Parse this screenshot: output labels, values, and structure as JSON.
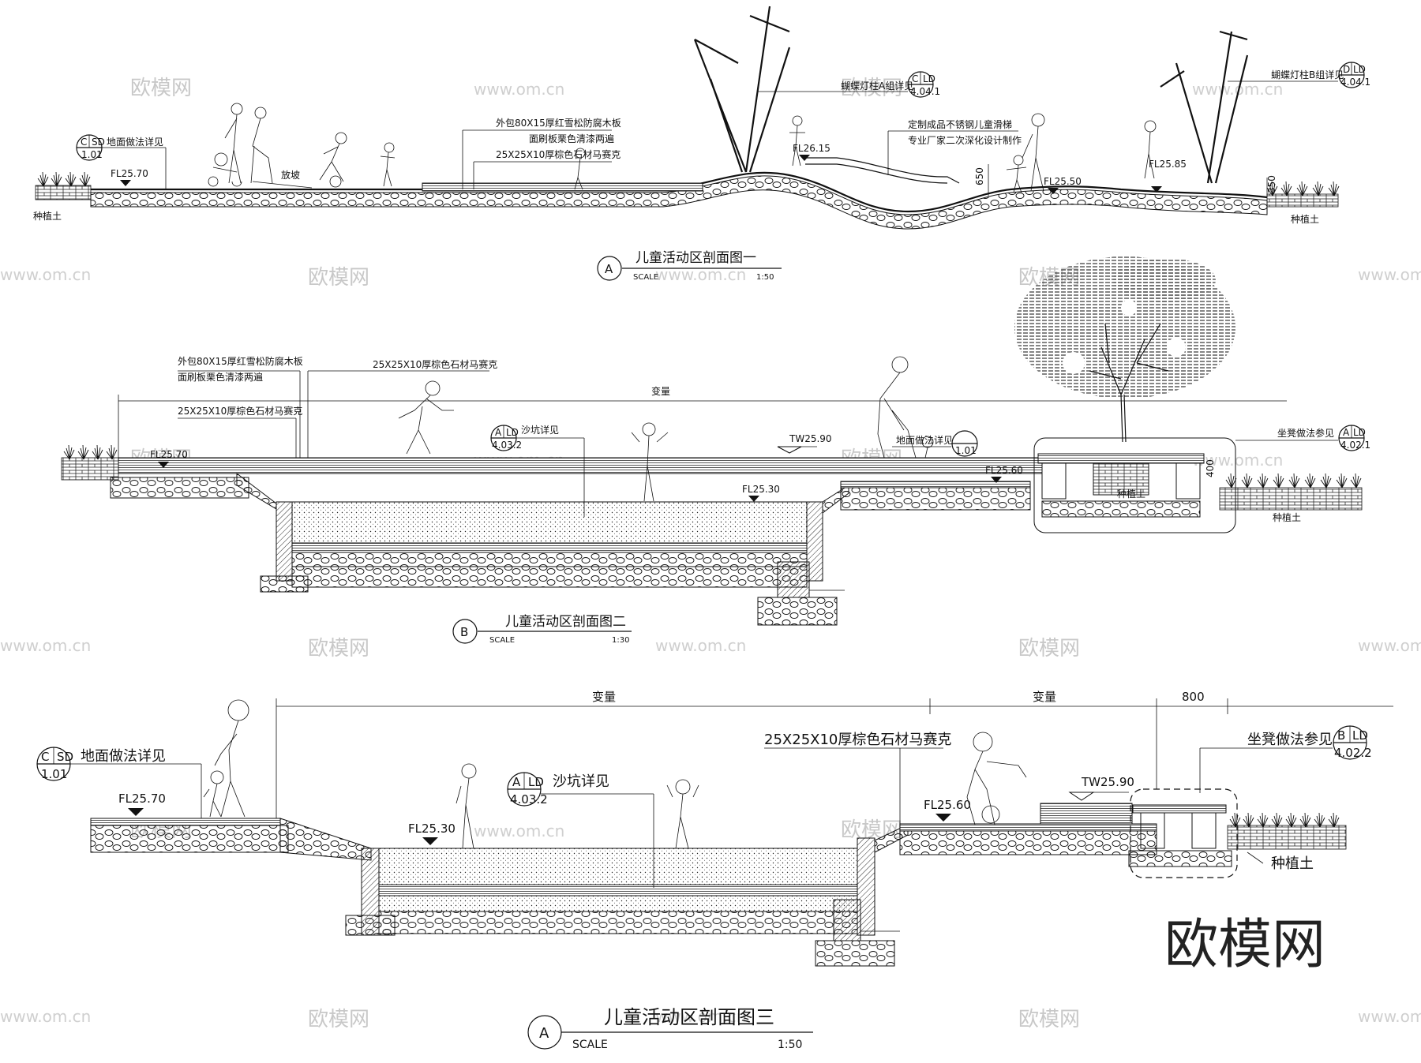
{
  "brand": {
    "logo_text": "欧模网",
    "watermark": "欧模网",
    "watermark_url": "www.om.cn"
  },
  "section1": {
    "title": "儿童活动区剖面图一",
    "badge": "A",
    "scale_label": "SCALE",
    "scale": "1:50",
    "labels": {
      "ground_detail": "地面做法详见",
      "ground_ref_top": "C",
      "ground_ref_mid": "SD",
      "ground_ref_bot": "1.01",
      "fl_left": "FL25.70",
      "slope": "放坡",
      "planting": "种植土",
      "planting2": "种植土",
      "wood_1": "外包80X15厚红雪松防腐木板",
      "wood_2": "面刷板栗色清漆两遍",
      "mosaic": "25X25X10厚棕色石材马赛克",
      "fl_hill": "FL26.15",
      "lamp_a": "蝴蝶灯柱A组详见",
      "lamp_a_top": "C",
      "lamp_a_mid": "LD",
      "lamp_a_bot": "4.04.1",
      "slide_1": "定制成品不锈钢儿童滑梯",
      "slide_2": "专业厂家二次深化设计制作",
      "fl_mid": "FL25.50",
      "fl_right": "FL25.85",
      "dim_left": "650",
      "dim_right": "350",
      "lamp_b": "蝴蝶灯柱B组详见",
      "lamp_b_top": "D",
      "lamp_b_mid": "LD",
      "lamp_b_bot": "4.04.1"
    }
  },
  "section2": {
    "title": "儿童活动区剖面图二",
    "badge": "B",
    "scale_label": "SCALE",
    "scale": "1:30",
    "labels": {
      "wood_1": "外包80X15厚红雪松防腐木板",
      "wood_2": "面刷板栗色清漆两遍",
      "mosaic_top": "25X25X10厚棕色石材马赛克",
      "mosaic_left": "25X25X10厚棕色石材马赛克",
      "variable": "变量",
      "sandpit": "沙坑详见",
      "sandpit_top": "A",
      "sandpit_mid": "LD",
      "sandpit_bot": "4.03.2",
      "tw": "TW25.90",
      "fl_left": "FL25.70",
      "fl_pit": "FL25.30",
      "fl_right": "FL25.60",
      "ground_detail": "地面做法详见",
      "ground_ref_bot": "1.01",
      "bench": "坐凳做法参见",
      "bench_top": "A",
      "bench_mid": "LD",
      "bench_bot": "4.02.1",
      "dim_bench": "400",
      "planting": "种植土",
      "planting2": "种植土"
    }
  },
  "section3": {
    "title": "儿童活动区剖面图三",
    "badge": "A",
    "scale_label": "SCALE",
    "scale": "1:50",
    "labels": {
      "ground_detail": "地面做法详见",
      "ground_ref_top": "C",
      "ground_ref_mid": "SD",
      "ground_ref_bot": "1.01",
      "fl_left": "FL25.70",
      "fl_pit": "FL25.30",
      "fl_right": "FL25.60",
      "tw": "TW25.90",
      "variable_1": "变量",
      "variable_2": "变量",
      "dim_800": "800",
      "mosaic": "25X25X10厚棕色石材马赛克",
      "sandpit": "沙坑详见",
      "sandpit_top": "A",
      "sandpit_mid": "LD",
      "sandpit_bot": "4.03.2",
      "bench": "坐凳做法参见",
      "bench_top": "B",
      "bench_mid": "LD",
      "bench_bot": "4.02.2",
      "planting": "种植土"
    }
  }
}
